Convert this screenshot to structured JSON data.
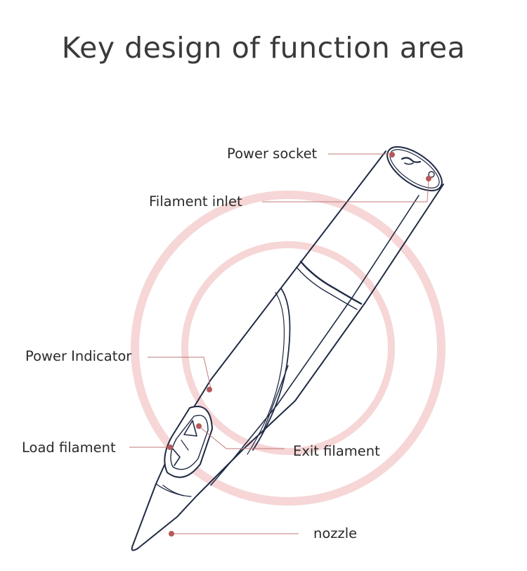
{
  "title": "Key design of function area",
  "labels": {
    "power_socket": "Power socket",
    "filament_inlet": "Filament inlet",
    "power_indicator": "Power Indicator",
    "load_filament": "Load filament",
    "exit_filament": "Exit filament",
    "nozzle": "nozzle"
  },
  "colors": {
    "ring": "#f5d0d0",
    "ring_inner": "#fbe9e9",
    "pen_line": "#1f2a44",
    "leader_line": "#c27a7a",
    "callout_dot": "#b8585a"
  }
}
